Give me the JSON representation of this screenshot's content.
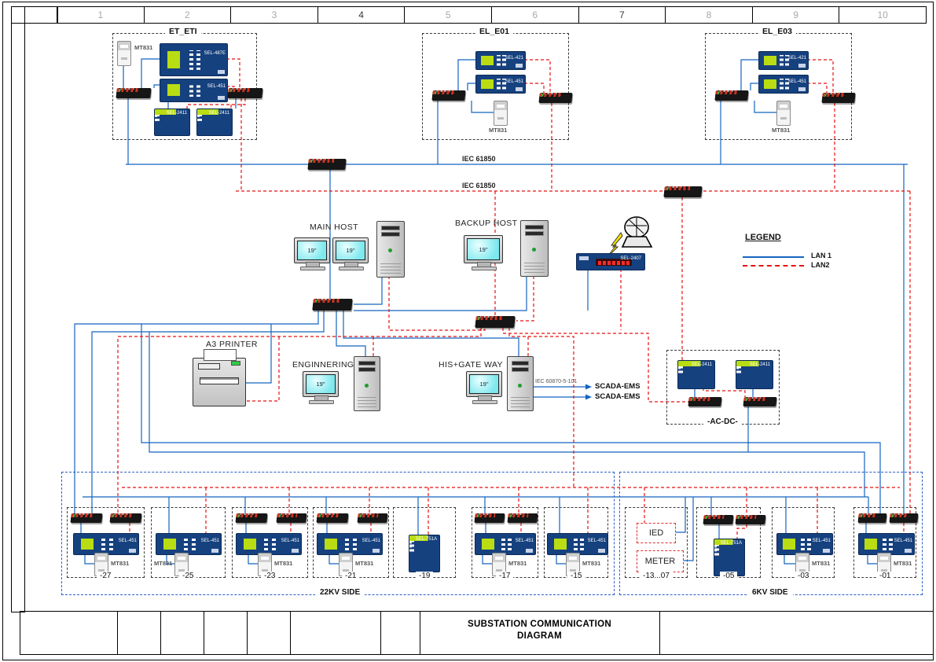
{
  "ruler": {
    "cols": [
      "1",
      "2",
      "3",
      "4",
      "5",
      "6",
      "7",
      "8",
      "9",
      "10"
    ]
  },
  "title_block": {
    "line1": "SUBSTATION COMMUNICATION",
    "line2": "DIAGRAM"
  },
  "legend": {
    "title": "LEGEND",
    "lan1": "LAN 1",
    "lan2": "LAN2"
  },
  "backbone": {
    "top_label": "IEC 61850",
    "bottom_label": "IEC 61850"
  },
  "groups": {
    "et_eti": {
      "label": "ET_ETI",
      "meter": "MT831",
      "relay1": "SEL-487E",
      "relay2": "SEL-451",
      "io1": "SEL-2411",
      "io2": "SEL-2411"
    },
    "el_e01": {
      "label": "EL_E01",
      "relay1": "SEL-421",
      "relay2": "SEL-451",
      "meter": "MT831"
    },
    "el_e03": {
      "label": "EL_E03",
      "relay1": "SEL-421",
      "relay2": "SEL-451",
      "meter": "MT831"
    }
  },
  "hosts": {
    "main": {
      "label": "MAIN HOST",
      "mon1": "19\"",
      "mon2": "19\""
    },
    "backup": {
      "label": "BACKUP HOST",
      "mon": "19\""
    },
    "clock_label": "SEL-2407"
  },
  "stations": {
    "printer_label": "A3 PRINTER",
    "engineering": {
      "label": "ENGINNERING",
      "mon": "19\""
    },
    "gateway": {
      "label": "HIS+GATE WAY",
      "mon": "19\"",
      "protocol": "IEC 60870-5-101",
      "scada1": "SCADA-EMS",
      "scada2": "SCADA-EMS"
    }
  },
  "acdc": {
    "label": "-AC-DC-",
    "io1": "SEL-2411",
    "io2": "SEL-2411"
  },
  "kv22": {
    "label": "22KV SIDE",
    "bays": [
      {
        "label": "-27",
        "relay": "SEL-451",
        "meter": "MT831"
      },
      {
        "label": "-25",
        "relay": "SEL-451",
        "meter": "MT831"
      },
      {
        "label": "-23",
        "relay": "SEL-451",
        "meter": "MT831"
      },
      {
        "label": "-21",
        "relay": "SEL-451",
        "meter": "MT831"
      },
      {
        "label": "-19",
        "relay": "SEL-751A"
      },
      {
        "label": "-17",
        "relay": "SEL-451",
        "meter": "MT831"
      },
      {
        "label": "-15",
        "relay": "SEL-451",
        "meter": "MT831"
      }
    ]
  },
  "kv6": {
    "label": "6KV SIDE",
    "bays": [
      {
        "label": "-13...07",
        "ied": "IED",
        "meterbox": "METER"
      },
      {
        "label": "-05",
        "relay": "SEL-751A"
      },
      {
        "label": "-03",
        "relay": "SEL-451",
        "meter": "MT831"
      },
      {
        "label": "-01",
        "relay": "SEL-451",
        "meter": "MT831"
      }
    ]
  }
}
